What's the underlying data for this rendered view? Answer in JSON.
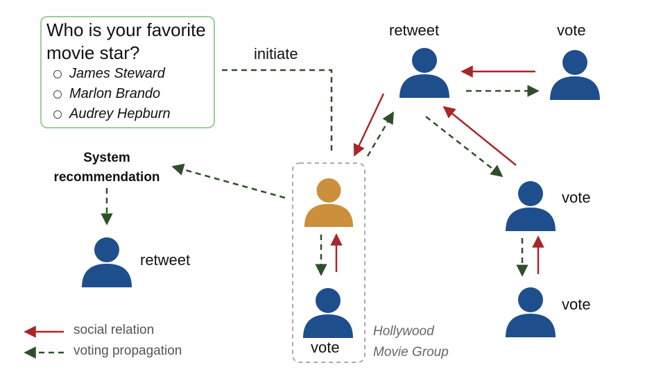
{
  "poll": {
    "question": "Who is your favorite movie star?",
    "options": [
      "James Steward",
      "Marlon Brando",
      "Audrey Hepburn"
    ]
  },
  "labels": {
    "initiate": "initiate",
    "system_recommendation": "System recommendation",
    "retweet_top": "retweet",
    "vote_top_right": "vote",
    "vote_mid_right": "vote",
    "vote_bottom_right": "vote",
    "retweet_left": "retweet",
    "vote_group": "vote",
    "group_name_line1": "Hollywood",
    "group_name_line2": "Movie Group"
  },
  "legend": {
    "social_relation": "social relation",
    "voting_propagation": "voting propagation"
  },
  "colors": {
    "user_blue": "#1f4e8c",
    "initiator_orange": "#cc8f3c",
    "social_relation_red": "#a8262b",
    "voting_green": "#2f4f2a",
    "poll_border": "#9ccf98",
    "group_border": "#aaaaaa"
  }
}
